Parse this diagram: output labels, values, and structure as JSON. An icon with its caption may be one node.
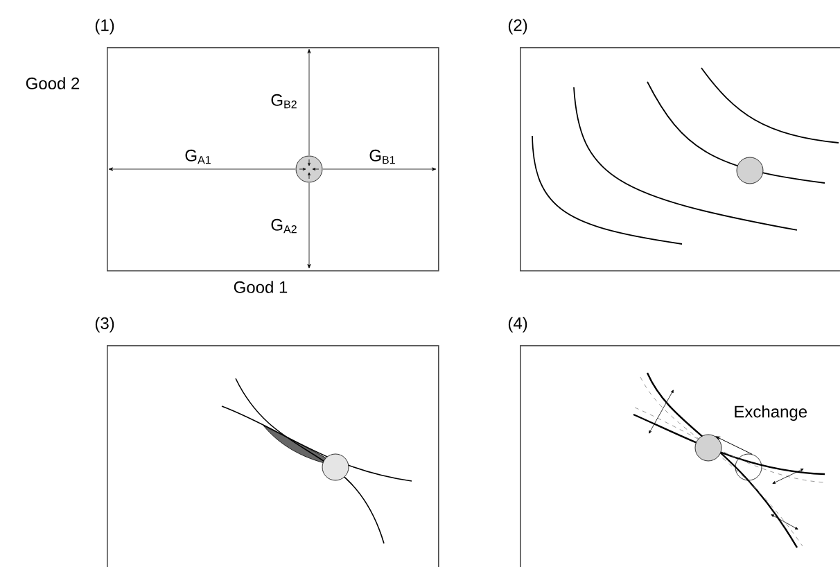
{
  "diagram": {
    "nodes": [
      {
        "text": [
          "(1)"
        ]
      },
      {
        "text": [
          "(2)"
        ]
      },
      {
        "text": [
          "(3)"
        ]
      },
      {
        "text": [
          "(4)"
        ]
      },
      {
        "text": [],
        "shape": "circle",
        "in": 3
      },
      {
        "text": [],
        "shape": "circle",
        "in": 3
      }
    ],
    "edges": [
      {
        "from": 5,
        "to": 4,
        "arrow": "to",
        "label": "Exchange"
      }
    ],
    "labels": [
      "Good 2",
      "G$_{B2}$",
      "G$_{A1}$",
      "G$_{B1}$",
      "G$_{A2}$",
      "Good 1"
    ]
  }
}
